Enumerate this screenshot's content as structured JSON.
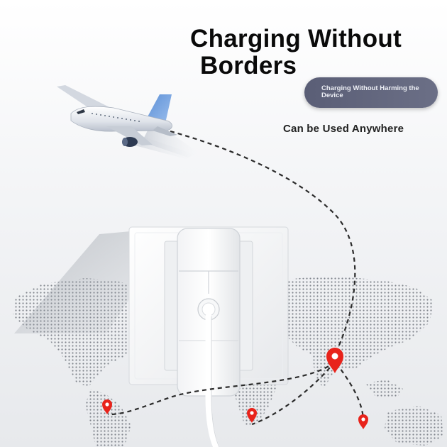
{
  "headline": {
    "line1": "Charging Without",
    "line2": "Borders"
  },
  "badge": {
    "text": "Charging Without Harming the Device"
  },
  "tagline": {
    "text": "Can be Used Anywhere"
  },
  "colors": {
    "headline": "#0a0a0a",
    "badge_bg": "#5f6379",
    "badge_text": "#eef0f6",
    "pin": "#e8231b",
    "route": "#2b2b2b",
    "map_dots": "#7b8088"
  },
  "icons": [
    "airplane-icon",
    "location-pin-icon",
    "wall-charger-icon",
    "wall-outlet-icon",
    "world-map-icon"
  ]
}
